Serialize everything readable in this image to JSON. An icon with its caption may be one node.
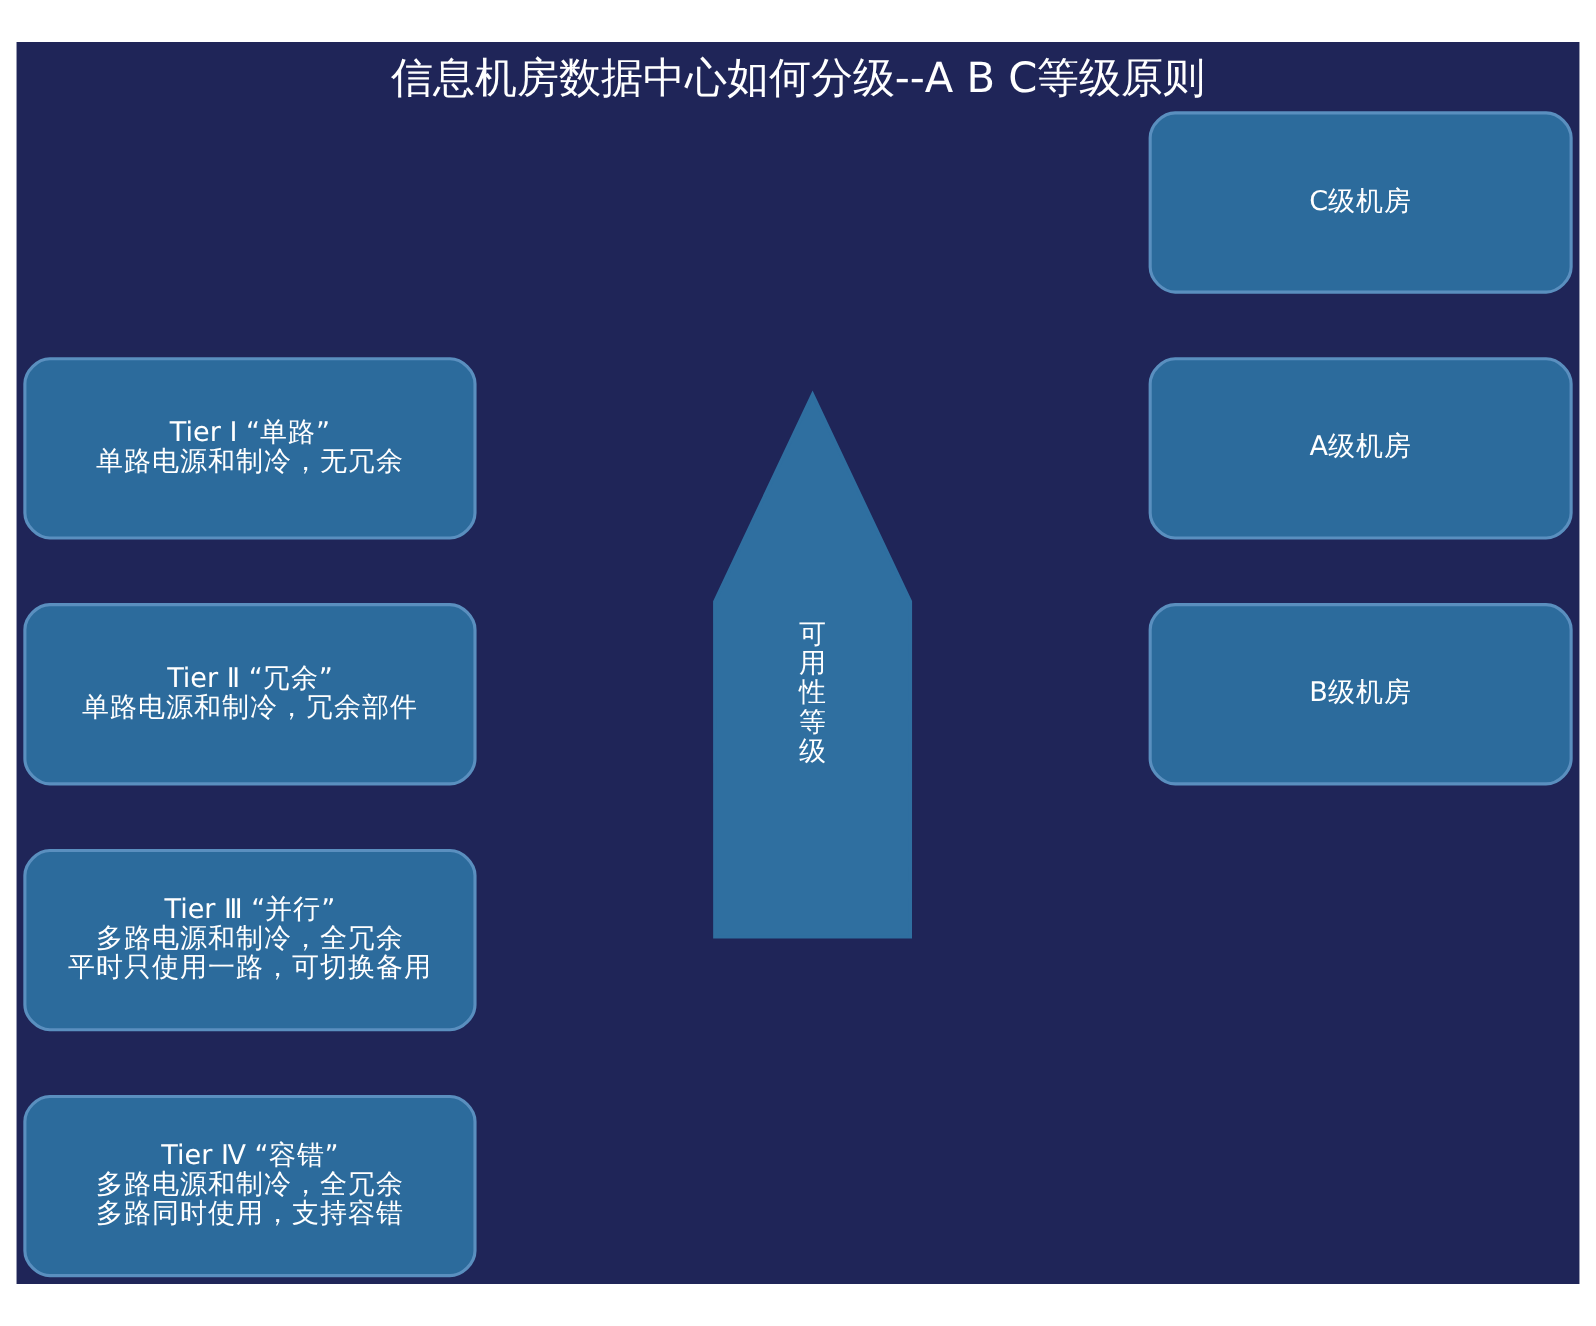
{
  "diagram": {
    "title": "信息机房数据中心如何分级--A B C等级原则",
    "nodes": [
      {
        "text": [
          "Tier Ⅳ “容错”",
          "多路电源和制冷，全冗余",
          "多路同时使用，支持容错"
        ]
      },
      {
        "text": [
          "Tier Ⅲ “并行”",
          "多路电源和制冷，全冗余",
          "平时只使用一路，可切换备用"
        ]
      },
      {
        "text": [
          "Tier Ⅱ “冗余”",
          "单路电源和制冷，冗余部件"
        ]
      },
      {
        "text": [
          "Tier Ⅰ “单路”",
          "单路电源和制冷，无冗余"
        ]
      },
      {
        "text": [
          "可用性等级"
        ]
      },
      {
        "text": [
          "A级机房"
        ]
      },
      {
        "text": [
          "B级机房"
        ]
      },
      {
        "text": [
          "C级机房"
        ]
      }
    ],
    "edges": []
  }
}
